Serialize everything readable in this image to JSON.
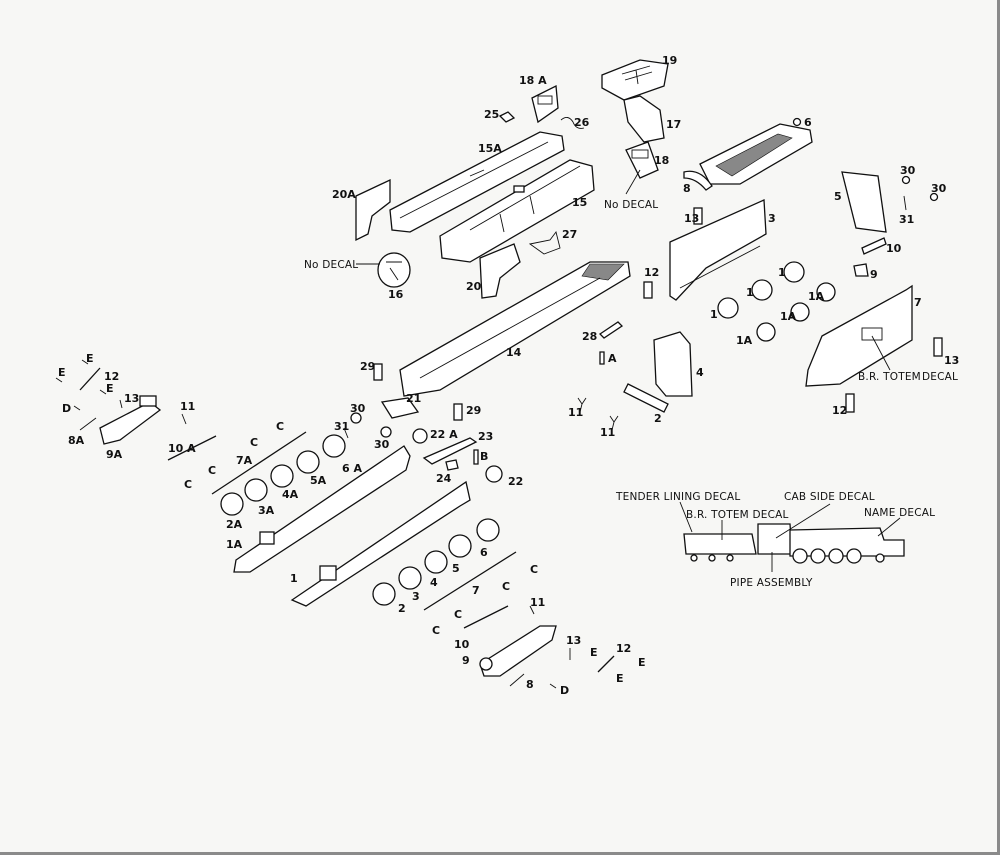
{
  "title": "Exploded parts diagram – steam locomotive and tender",
  "callouts": {
    "p19": "19",
    "p18A": "18 A",
    "p25": "25",
    "p26": "26",
    "p17": "17",
    "p6": "6",
    "p15A": "15A",
    "p15": "15",
    "p18": "18",
    "p8": "8",
    "p20A": "20A",
    "p30a": "30",
    "p30b": "30",
    "p5": "5",
    "p31": "31",
    "p13a": "13",
    "p3": "3",
    "p27": "27",
    "p16": "16",
    "p20": "20",
    "p12a": "12",
    "p10r": "10",
    "p9r": "9",
    "p1a": "1",
    "p1b": "1",
    "p1c": "1",
    "p1Aa": "1A",
    "p1Ab": "1A",
    "p1Ac": "1A",
    "p7r": "7",
    "p28": "28",
    "pA": "A",
    "p14": "14",
    "p4": "4",
    "p13r": "13",
    "p12r": "12",
    "p29a": "29",
    "p21": "21",
    "p29b": "29",
    "p11a": "11",
    "p11b": "11",
    "p2": "2",
    "pE1": "E",
    "pE2": "E",
    "p12l": "12",
    "pE3": "E",
    "p13l": "13",
    "pD1": "D",
    "p8A": "8A",
    "p9A": "9A",
    "p11l": "11",
    "p10A": "10 A",
    "pC1": "C",
    "pC2": "C",
    "p7A": "7A",
    "pC3": "C",
    "pC4": "C",
    "p31l": "31",
    "p30l1": "30",
    "p30l2": "30",
    "p6A": "6 A",
    "p5A": "5A",
    "p4A": "4A",
    "p3A": "3A",
    "p2A": "2A",
    "p1Al": "1A",
    "p22A": "22 A",
    "p23": "23",
    "pB": "B",
    "p24": "24",
    "p22": "22",
    "p1": "1",
    "p2b": "2",
    "p3b": "3",
    "p4b": "4",
    "p5b": "5",
    "p6b": "6",
    "p7": "7",
    "pC5": "C",
    "pC6": "C",
    "pC7": "C",
    "pC8": "C",
    "p11c": "11",
    "p10": "10",
    "p9": "9",
    "p8b": "8",
    "p13b": "13",
    "pE4": "E",
    "p12b": "12",
    "pE5": "E",
    "pE6": "E",
    "pD2": "D"
  },
  "notes": {
    "no_decal_1": "No DECAL",
    "no_decal_2": "No DECAL",
    "br_totem": "B.R. TOTEM",
    "decal": "DECAL"
  },
  "decal_key": {
    "tender_lining": "TENDER LINING DECAL",
    "br_totem": "B.R. TOTEM DECAL",
    "cab_side": "CAB SIDE DECAL",
    "name": "NAME DECAL",
    "pipe_assembly": "PIPE ASSEMBLY"
  }
}
